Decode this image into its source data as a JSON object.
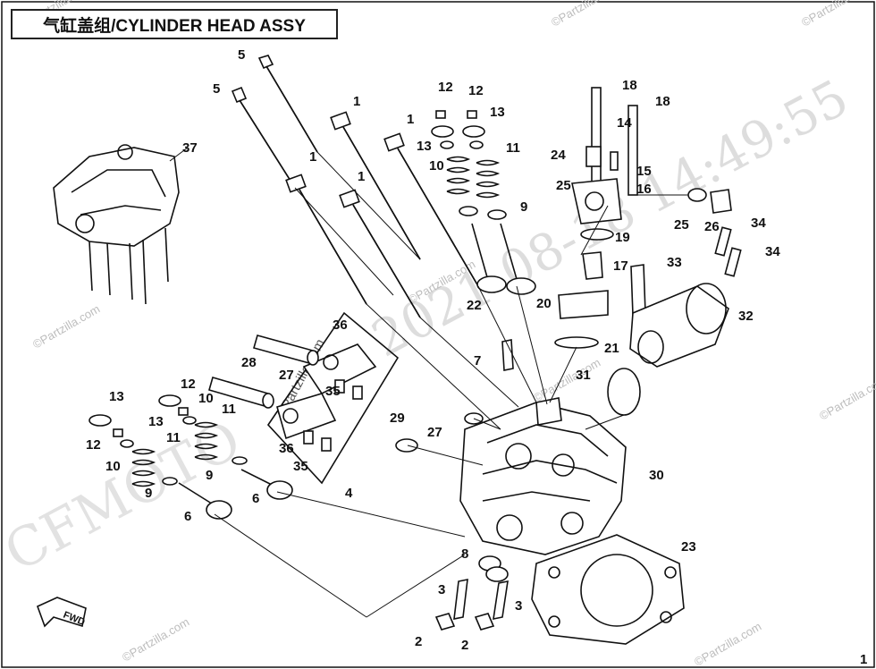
{
  "title": "气缸盖组/CYLINDER HEAD ASSY",
  "fwd_label": "FWD",
  "page_number": "1",
  "watermarks": {
    "date": "2021-08-18 14:49:55",
    "brand": "CFMOTO",
    "site": "©Partzilla.com"
  },
  "callouts": [
    {
      "id": "c-5a",
      "label": "5"
    },
    {
      "id": "c-5b",
      "label": "5"
    },
    {
      "id": "c-1a",
      "label": "1"
    },
    {
      "id": "c-1b",
      "label": "1"
    },
    {
      "id": "c-1c",
      "label": "1"
    },
    {
      "id": "c-1d",
      "label": "1"
    },
    {
      "id": "c-12a",
      "label": "12"
    },
    {
      "id": "c-12b",
      "label": "12"
    },
    {
      "id": "c-13a",
      "label": "13"
    },
    {
      "id": "c-13b",
      "label": "13"
    },
    {
      "id": "c-10a",
      "label": "10"
    },
    {
      "id": "c-11a",
      "label": "11"
    },
    {
      "id": "c-9a",
      "label": "9"
    },
    {
      "id": "c-18a",
      "label": "18"
    },
    {
      "id": "c-18b",
      "label": "18"
    },
    {
      "id": "c-14",
      "label": "14"
    },
    {
      "id": "c-24",
      "label": "24"
    },
    {
      "id": "c-15",
      "label": "15"
    },
    {
      "id": "c-25a",
      "label": "25"
    },
    {
      "id": "c-16",
      "label": "16"
    },
    {
      "id": "c-25b",
      "label": "25"
    },
    {
      "id": "c-26",
      "label": "26"
    },
    {
      "id": "c-34a",
      "label": "34"
    },
    {
      "id": "c-34b",
      "label": "34"
    },
    {
      "id": "c-19",
      "label": "19"
    },
    {
      "id": "c-17",
      "label": "17"
    },
    {
      "id": "c-33",
      "label": "33"
    },
    {
      "id": "c-20",
      "label": "20"
    },
    {
      "id": "c-22",
      "label": "22"
    },
    {
      "id": "c-32",
      "label": "32"
    },
    {
      "id": "c-37",
      "label": "37"
    },
    {
      "id": "c-36a",
      "label": "36"
    },
    {
      "id": "c-21",
      "label": "21"
    },
    {
      "id": "c-7",
      "label": "7"
    },
    {
      "id": "c-28",
      "label": "28"
    },
    {
      "id": "c-27a",
      "label": "27"
    },
    {
      "id": "c-35a",
      "label": "35"
    },
    {
      "id": "c-31",
      "label": "31"
    },
    {
      "id": "c-13c",
      "label": "13"
    },
    {
      "id": "c-12c",
      "label": "12"
    },
    {
      "id": "c-10b",
      "label": "10"
    },
    {
      "id": "c-13d",
      "label": "13"
    },
    {
      "id": "c-11b",
      "label": "11"
    },
    {
      "id": "c-29",
      "label": "29"
    },
    {
      "id": "c-12d",
      "label": "12"
    },
    {
      "id": "c-11c",
      "label": "11"
    },
    {
      "id": "c-27b",
      "label": "27"
    },
    {
      "id": "c-36b",
      "label": "36"
    },
    {
      "id": "c-10c",
      "label": "10"
    },
    {
      "id": "c-9b",
      "label": "9"
    },
    {
      "id": "c-35b",
      "label": "35"
    },
    {
      "id": "c-30",
      "label": "30"
    },
    {
      "id": "c-9c",
      "label": "9"
    },
    {
      "id": "c-6a",
      "label": "6"
    },
    {
      "id": "c-4",
      "label": "4"
    },
    {
      "id": "c-6b",
      "label": "6"
    },
    {
      "id": "c-23",
      "label": "23"
    },
    {
      "id": "c-8",
      "label": "8"
    },
    {
      "id": "c-3a",
      "label": "3"
    },
    {
      "id": "c-3b",
      "label": "3"
    },
    {
      "id": "c-2a",
      "label": "2"
    },
    {
      "id": "c-2b",
      "label": "2"
    }
  ]
}
